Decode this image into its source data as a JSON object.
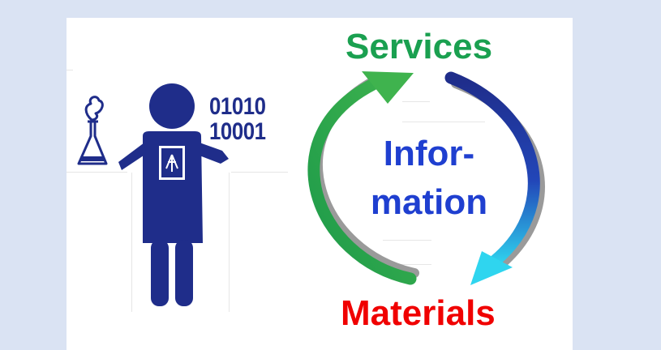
{
  "binary": {
    "line1": "01010",
    "line2": "10001"
  },
  "cycle": {
    "top": "Services",
    "center_line1": "Infor-",
    "center_line2": "mation",
    "bottom": "Materials"
  },
  "colors": {
    "background": "#dae3f3",
    "figure": "#1f2d8a",
    "services": "#1aa050",
    "materials": "#f00000",
    "information": "#1f3fd0",
    "arrow_green": "#1d9a4a",
    "arrow_blue": "#1f2d8a",
    "arrow_cyan": "#2fd5ef"
  },
  "icons": {
    "figure": "scientist-icon",
    "flask": "flask-icon",
    "badge": "university-emblem-icon"
  }
}
